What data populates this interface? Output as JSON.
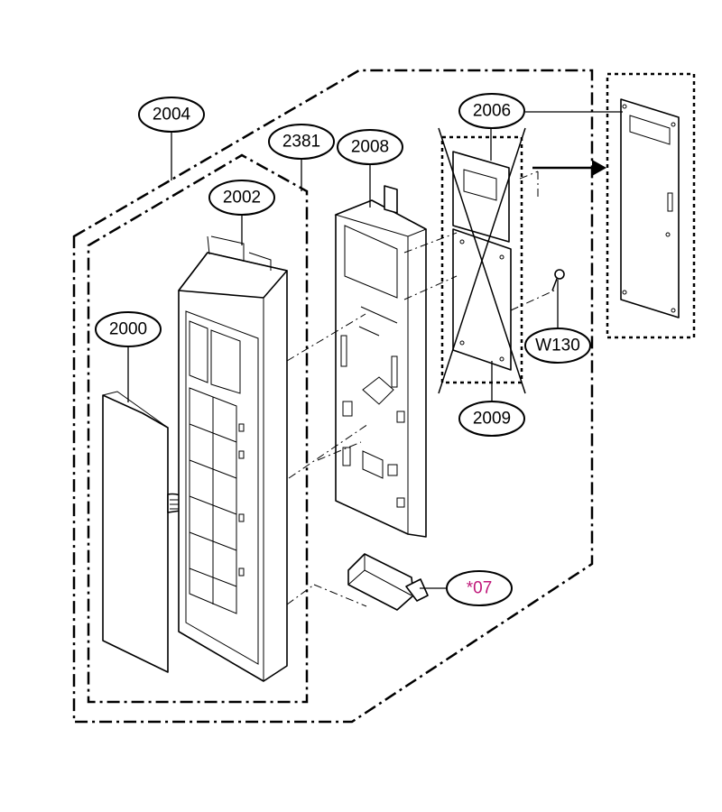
{
  "diagram": {
    "labels": {
      "p2004": {
        "text": "2004",
        "color": "#000000"
      },
      "p2381": {
        "text": "2381",
        "color": "#000000"
      },
      "p2008": {
        "text": "2008",
        "color": "#000000"
      },
      "p2002": {
        "text": "2002",
        "color": "#000000"
      },
      "p2006": {
        "text": "2006",
        "color": "#000000"
      },
      "p2000": {
        "text": "2000",
        "color": "#000000"
      },
      "pW130": {
        "text": "W130",
        "color": "#000000"
      },
      "p2009": {
        "text": "2009",
        "color": "#000000"
      },
      "p07": {
        "text": "*07",
        "color": "#c0187a"
      }
    }
  }
}
